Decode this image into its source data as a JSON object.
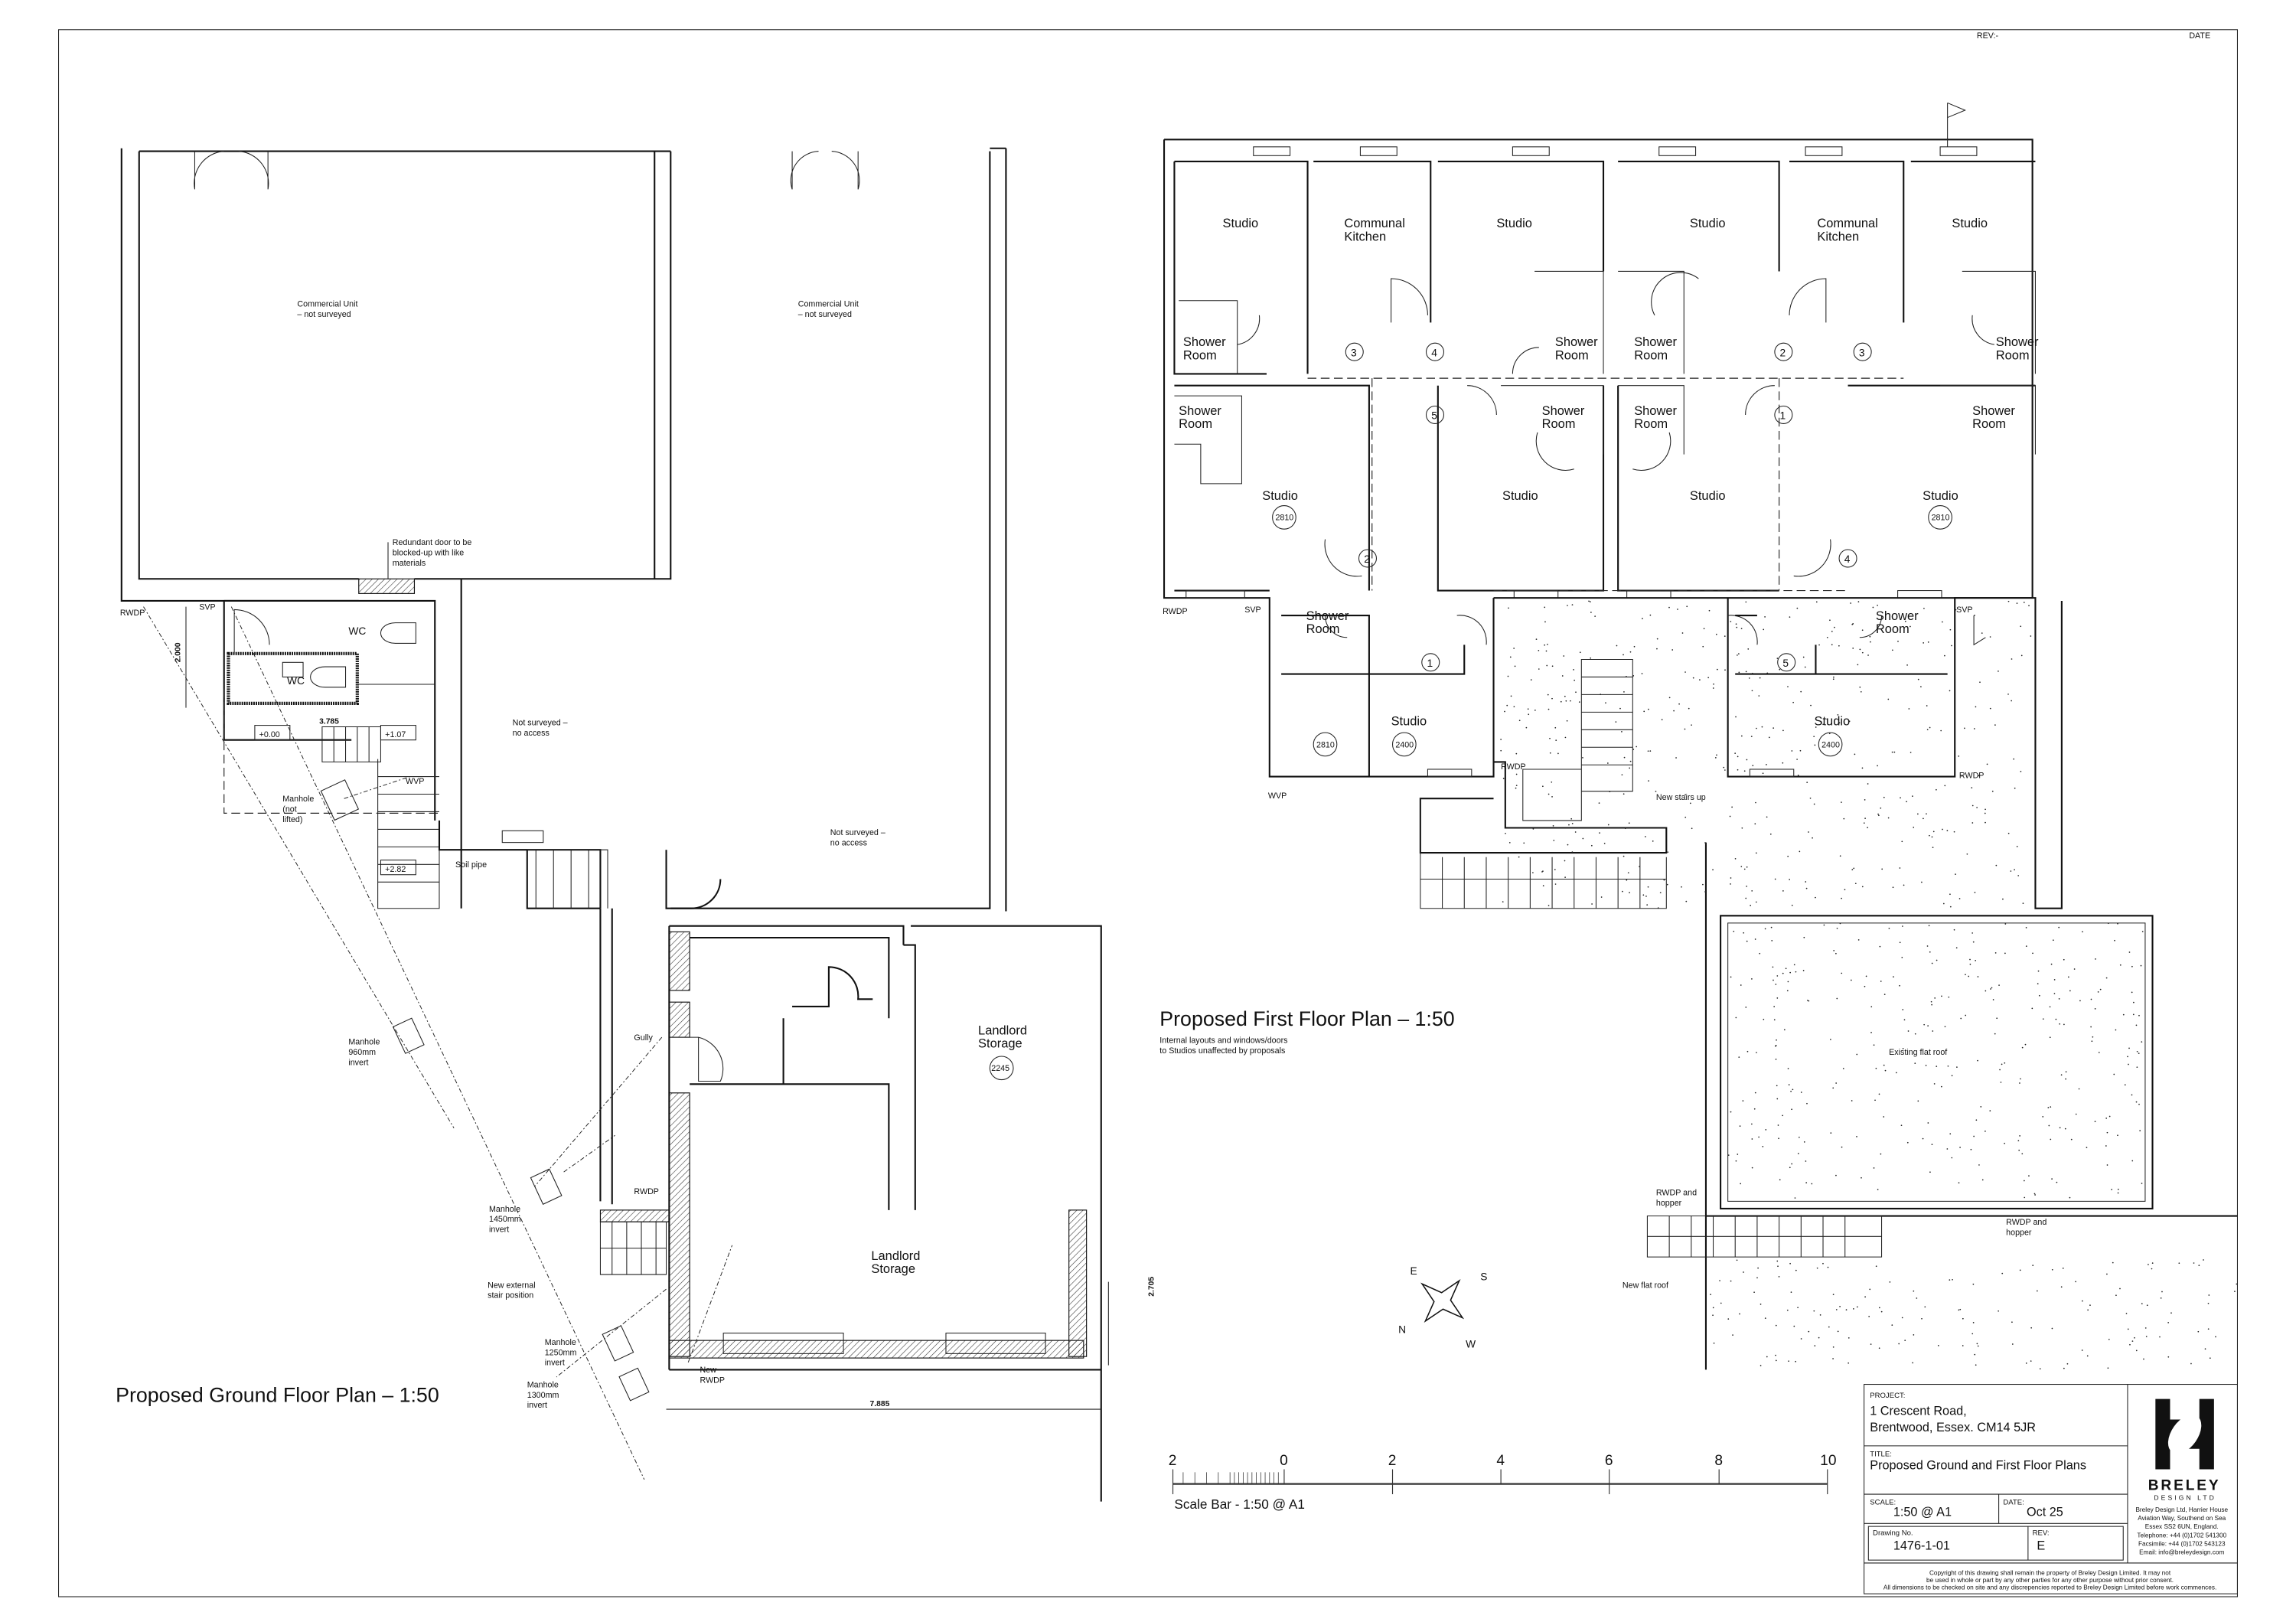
{
  "sheet": {
    "rev_label": "REV:-",
    "date_label": "DATE"
  },
  "ground_floor": {
    "title": "Proposed Ground Floor Plan – 1:50",
    "labels": [
      "Commercial Unit",
      "– not surveyed",
      "Commercial Unit",
      "– not surveyed",
      "Redundant door to be",
      "blocked-up with like",
      "materials",
      "WC",
      "WC",
      "Not surveyed –",
      "no access",
      "Not surveyed –",
      "no access",
      "+0.00",
      "+1.07",
      "+2.82",
      "3.785",
      "2.000",
      "RWDP",
      "SVP",
      "WVP",
      "Soil pipe",
      "Manhole",
      "(not",
      "lifted)",
      "Manhole",
      "960mm",
      "invert",
      "Manhole",
      "1450mm",
      "invert",
      "New external",
      "stair position",
      "Manhole",
      "1250mm",
      "invert",
      "Manhole",
      "1300mm",
      "invert",
      "Gully",
      "RWDP",
      "New",
      "RWDP",
      "Landlord",
      "Storage",
      "2245",
      "Landlord",
      "Storage",
      "7.885",
      "2.705"
    ]
  },
  "first_floor": {
    "title": "Proposed First Floor Plan – 1:50",
    "note": [
      "Internal layouts and windows/doors",
      "to Studios unaffected by proposals"
    ],
    "rooms": [
      "Studio",
      "Communal",
      "Kitchen",
      "Studio",
      "Studio",
      "Communal",
      "Kitchen",
      "Studio",
      "Shower",
      "Room",
      "Shower",
      "Room",
      "Shower",
      "Room",
      "Shower",
      "Room",
      "Shower",
      "Room",
      "Studio",
      "2810",
      "Studio",
      "Shower",
      "Room",
      "Shower",
      "Room",
      "Studio",
      "Shower",
      "Room",
      "Studio",
      "2810",
      "Shower",
      "Room",
      "Studio",
      "2810",
      "2400",
      "Shower",
      "Room",
      "Studio",
      "2400"
    ],
    "door_numbers": [
      "3",
      "4",
      "2",
      "3",
      "5",
      "1",
      "2",
      "4",
      "1",
      "5"
    ],
    "labels": [
      "SVP",
      "RWDP",
      "WVP",
      "RWDP",
      "New stairs up",
      "SVP",
      "RWDP",
      "Existing flat roof",
      "RWDP and",
      "hopper",
      "RWDP and",
      "hopper",
      "New flat roof"
    ],
    "compass": [
      "N",
      "E",
      "S",
      "W"
    ]
  },
  "scale_bar": {
    "ticks": [
      "2",
      "0",
      "2",
      "4",
      "6",
      "8",
      "10"
    ],
    "caption": "Scale Bar - 1:50 @ A1"
  },
  "title_block": {
    "project_label": "PROJECT:",
    "project": [
      "1 Crescent Road,",
      "Brentwood, Essex. CM14 5JR"
    ],
    "title_label": "TITLE:",
    "title": "Proposed Ground and First Floor Plans",
    "scale_label": "SCALE:",
    "scale": "1:50 @ A1",
    "date_label": "DATE:",
    "date": "Oct 25",
    "drawing_no_label": "Drawing No.",
    "drawing_no": "1476-1-01",
    "rev_label": "REV:",
    "rev": "E",
    "company_logo": "BRELEY",
    "company_sub": "DESIGN LTD",
    "address": [
      "Breley Design Ltd, Harrier House",
      "Aviation Way, Southend on Sea",
      "Essex SS2 6UN, England.",
      "Telephone: +44 (0)1702 541300",
      "Facsimile: +44 (0)1702 543123",
      "Email: info@breleydesign.com"
    ],
    "copyright": [
      "Copyright of this drawing shall remain the property of Breley Design Limited. It may not",
      "be used in  whole or part by any other parties for any other purpose without prior consent.",
      "All dimensions to be checked on site and any discrepencies reported to Breley Design Limited before work commences."
    ]
  }
}
